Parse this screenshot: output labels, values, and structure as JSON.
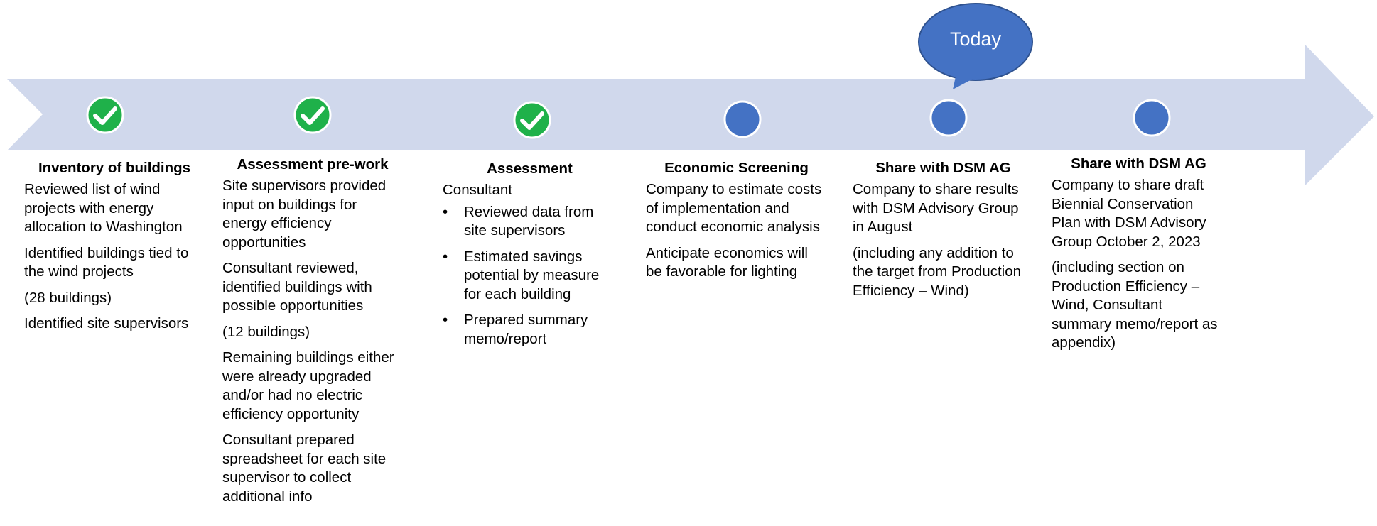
{
  "today_label": "Today",
  "colors": {
    "arrow": "#d0d8ec",
    "done": "#1fb14a",
    "pending": "#4472c4",
    "callout": "#4472c4"
  },
  "steps": [
    {
      "status": "done",
      "title": "Inventory of buildings",
      "paragraphs": [
        "Reviewed list of wind projects with energy allocation to Washington",
        "Identified buildings tied to the wind projects",
        "(28 buildings)",
        "Identified site supervisors"
      ]
    },
    {
      "status": "done",
      "title": "Assessment pre-work",
      "paragraphs": [
        "Site supervisors provided input on buildings for energy efficiency opportunities",
        "Consultant reviewed, identified buildings with possible opportunities",
        "(12 buildings)",
        "Remaining buildings either were already upgraded and/or had no electric efficiency opportunity",
        "Consultant prepared spreadsheet for each site supervisor to collect additional info"
      ]
    },
    {
      "status": "done",
      "title": "Assessment",
      "intro": "Consultant",
      "bullets": [
        "Reviewed data from site supervisors",
        "Estimated savings potential by measure for each building",
        "Prepared summary memo/report"
      ]
    },
    {
      "status": "pending",
      "title": "Economic Screening",
      "paragraphs": [
        "Company to estimate costs of implementation and conduct economic analysis",
        "Anticipate economics will be favorable for lighting"
      ]
    },
    {
      "status": "pending",
      "title": "Share with DSM AG",
      "paragraphs": [
        "Company to share results with DSM Advisory Group in August",
        "(including any addition to the target from Production Efficiency – Wind)"
      ]
    },
    {
      "status": "pending",
      "title": "Share with DSM AG",
      "paragraphs": [
        "Company to share draft Biennial Conservation Plan with DSM Advisory Group October 2, 2023",
        "(including section on Production Efficiency – Wind, Consultant summary memo/report as appendix)"
      ]
    }
  ]
}
